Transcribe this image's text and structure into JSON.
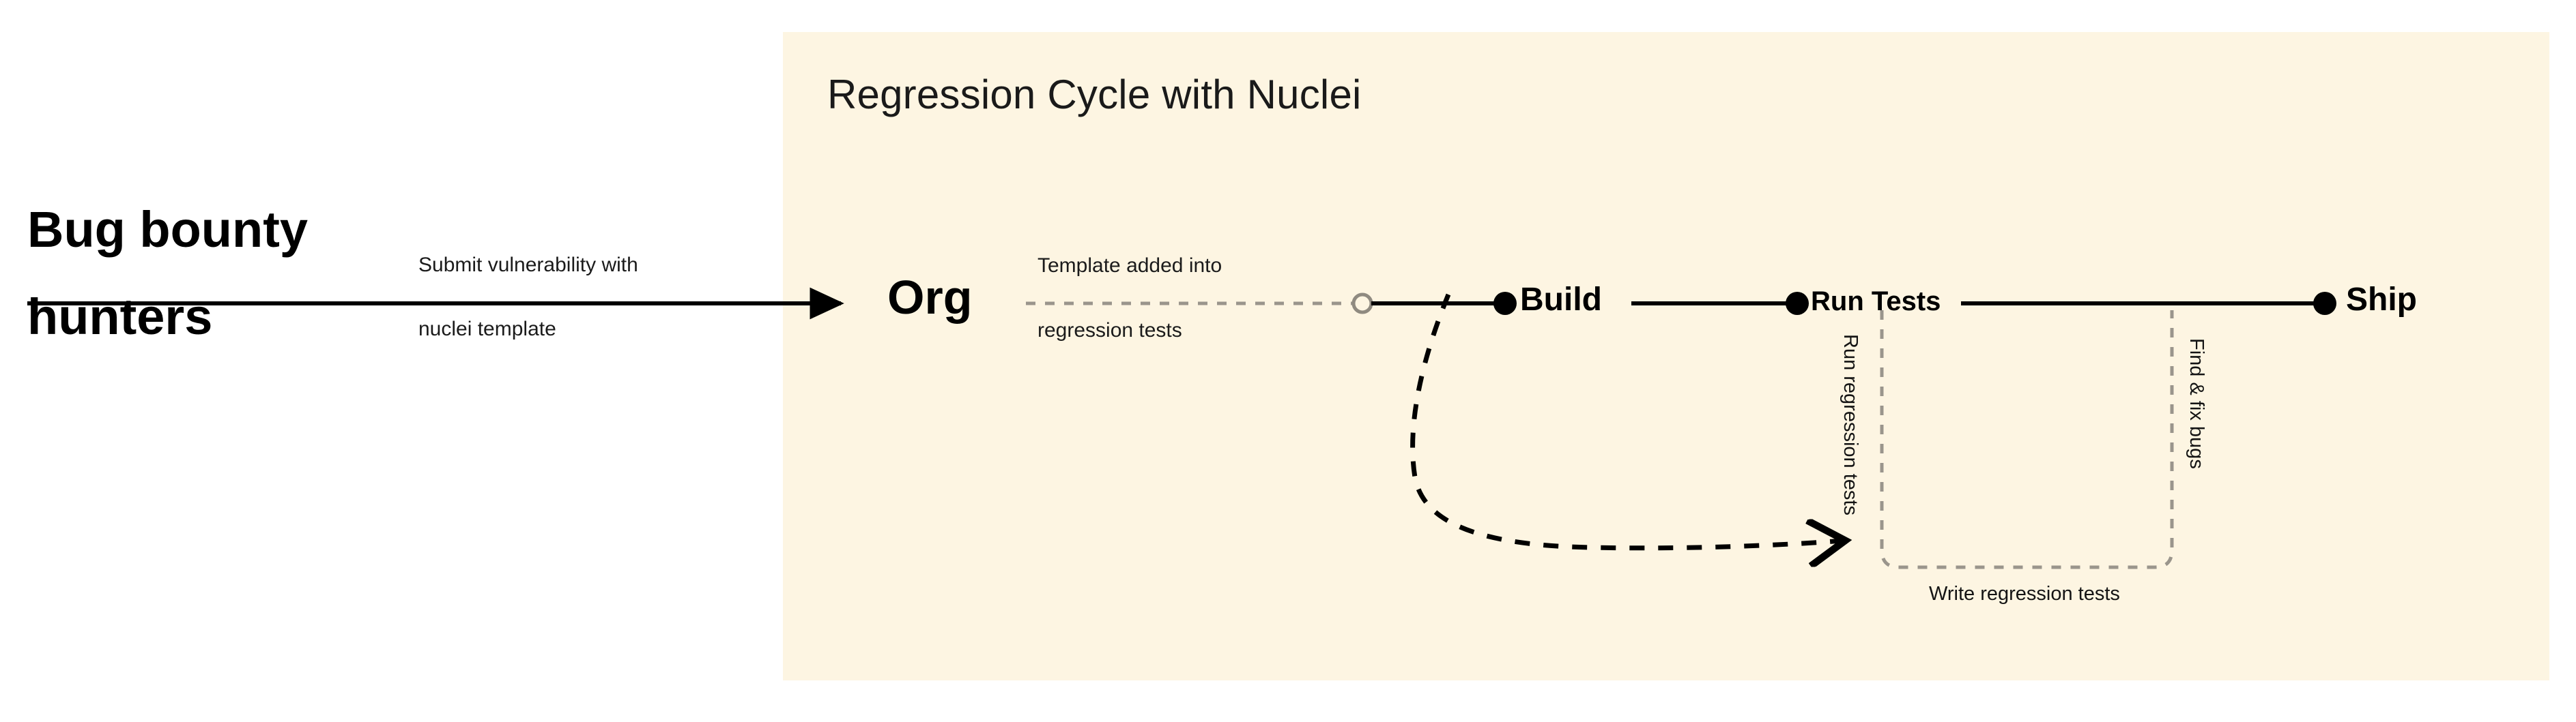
{
  "diagram": {
    "type": "flow-diagram",
    "background": "#ffffff",
    "panel_color": "#fdf5e2",
    "title": "Regression Cycle with Nuclei",
    "source_actor": {
      "line1": "Bug bounty",
      "line2": "hunters"
    },
    "edges": [
      {
        "id": "submit",
        "label_line1": "Submit vulnerability with",
        "label_line2": "nuclei template",
        "style": "solid",
        "arrowhead": "filled-triangle",
        "color": "#000000"
      },
      {
        "id": "template-added",
        "label_line1": "Template added into",
        "label_line2": "regression tests",
        "style": "dashed",
        "arrowhead": "hollow-circle",
        "color": "#9a958c"
      },
      {
        "id": "build-to-runtests",
        "label": "",
        "style": "solid",
        "color": "#000000"
      },
      {
        "id": "runtests-to-ship",
        "label": "",
        "style": "solid",
        "color": "#000000"
      },
      {
        "id": "feedback-loop",
        "label": "",
        "style": "dashed",
        "arrowhead": "open-chevron",
        "color": "#000000"
      }
    ],
    "nodes": [
      {
        "id": "org",
        "label": "Org",
        "marker": "text-only"
      },
      {
        "id": "build",
        "label": "Build",
        "marker": "filled-dot"
      },
      {
        "id": "run-tests",
        "label": "Run Tests",
        "marker": "filled-dot"
      },
      {
        "id": "ship",
        "label": "Ship",
        "marker": "filled-dot"
      }
    ],
    "bracket": {
      "color": "#9a958c",
      "style": "dashed",
      "left_label": "Run regression tests",
      "right_label": "Find & fix bugs",
      "bottom_label": "Write regression tests"
    }
  }
}
